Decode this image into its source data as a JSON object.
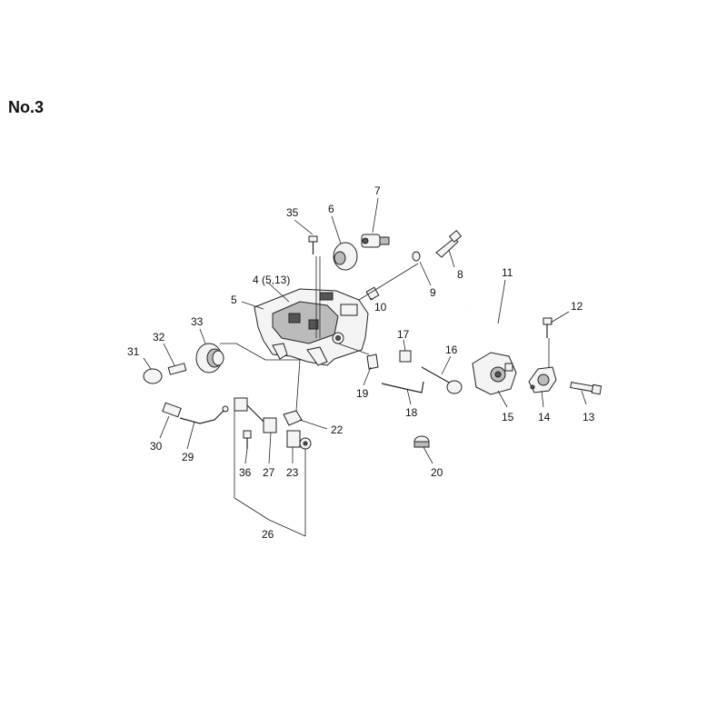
{
  "page": {
    "title": "No.3"
  },
  "callouts": {
    "p4": "4 (5,13)",
    "p5": "5",
    "p6": "6",
    "p7": "7",
    "p8": "8",
    "p9": "9",
    "p10": "10",
    "p11": "11",
    "p12": "12",
    "p13": "13",
    "p14": "14",
    "p15": "15",
    "p16": "16",
    "p17": "17",
    "p18": "18",
    "p19": "19",
    "p20": "20",
    "p22": "22",
    "p23": "23",
    "p26": "26",
    "p27": "27",
    "p29": "29",
    "p30": "30",
    "p31": "31",
    "p32": "32",
    "p33": "33",
    "p35": "35",
    "p36": "36"
  }
}
